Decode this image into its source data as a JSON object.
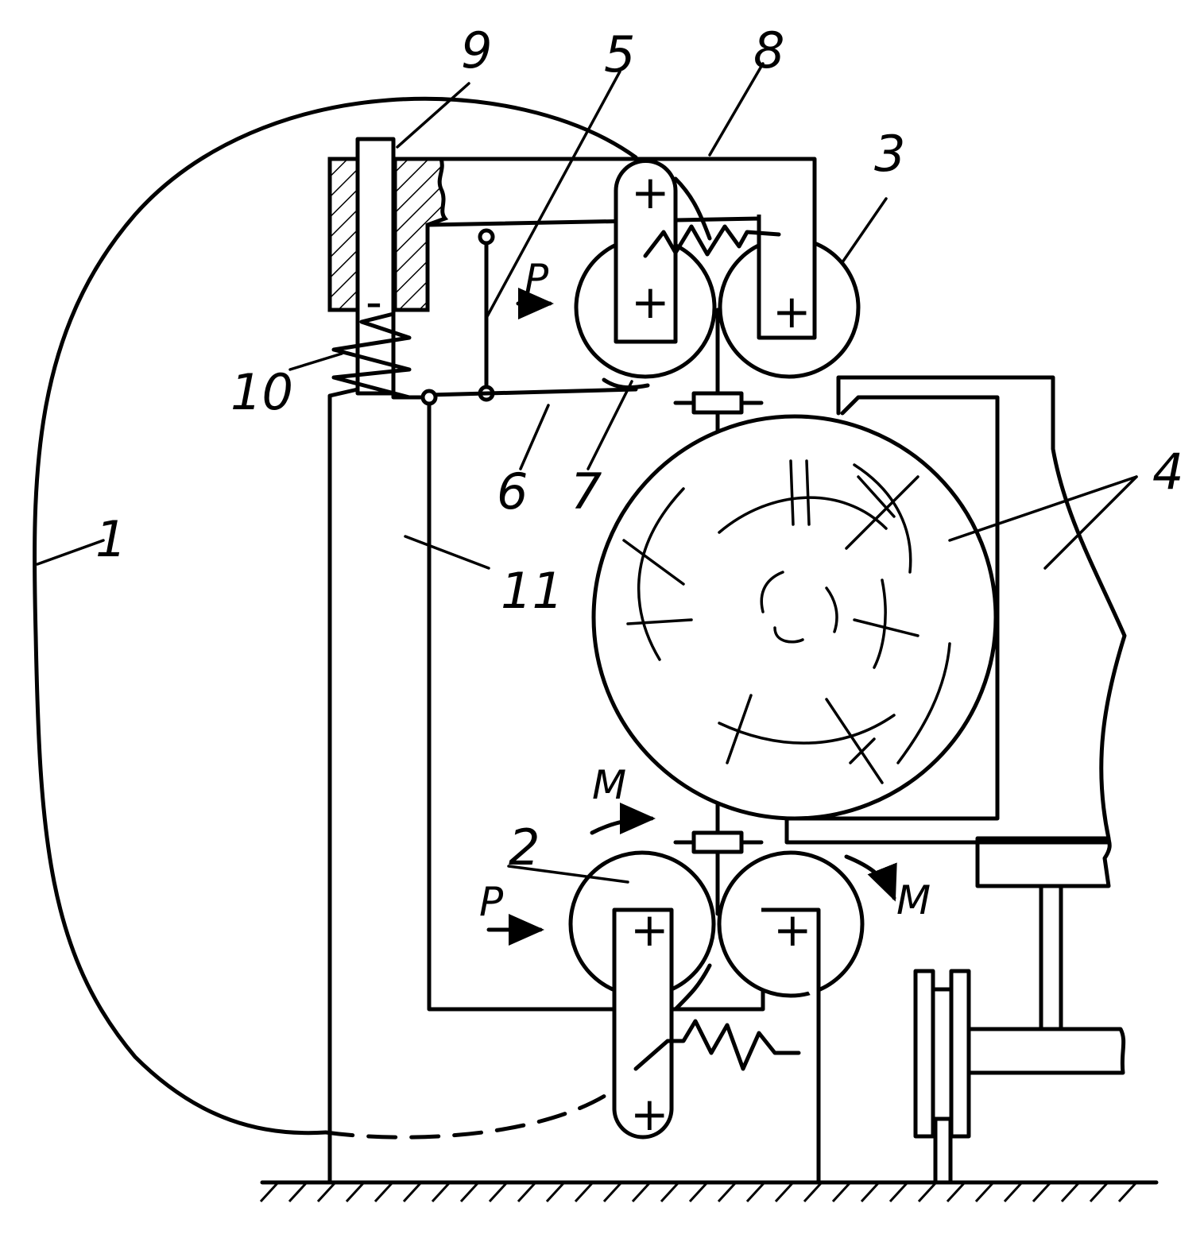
{
  "callouts": {
    "n1": "1",
    "n2": "2",
    "n3": "3",
    "n4": "4",
    "n5": "5",
    "n6": "6",
    "n7": "7",
    "n8": "8",
    "n9": "9",
    "n10": "10",
    "n11": "11"
  },
  "symbols": {
    "force_upper": "P",
    "force_lower": "P",
    "moment_left": "M",
    "moment_right": "M",
    "plus": "+",
    "minus": "-"
  }
}
